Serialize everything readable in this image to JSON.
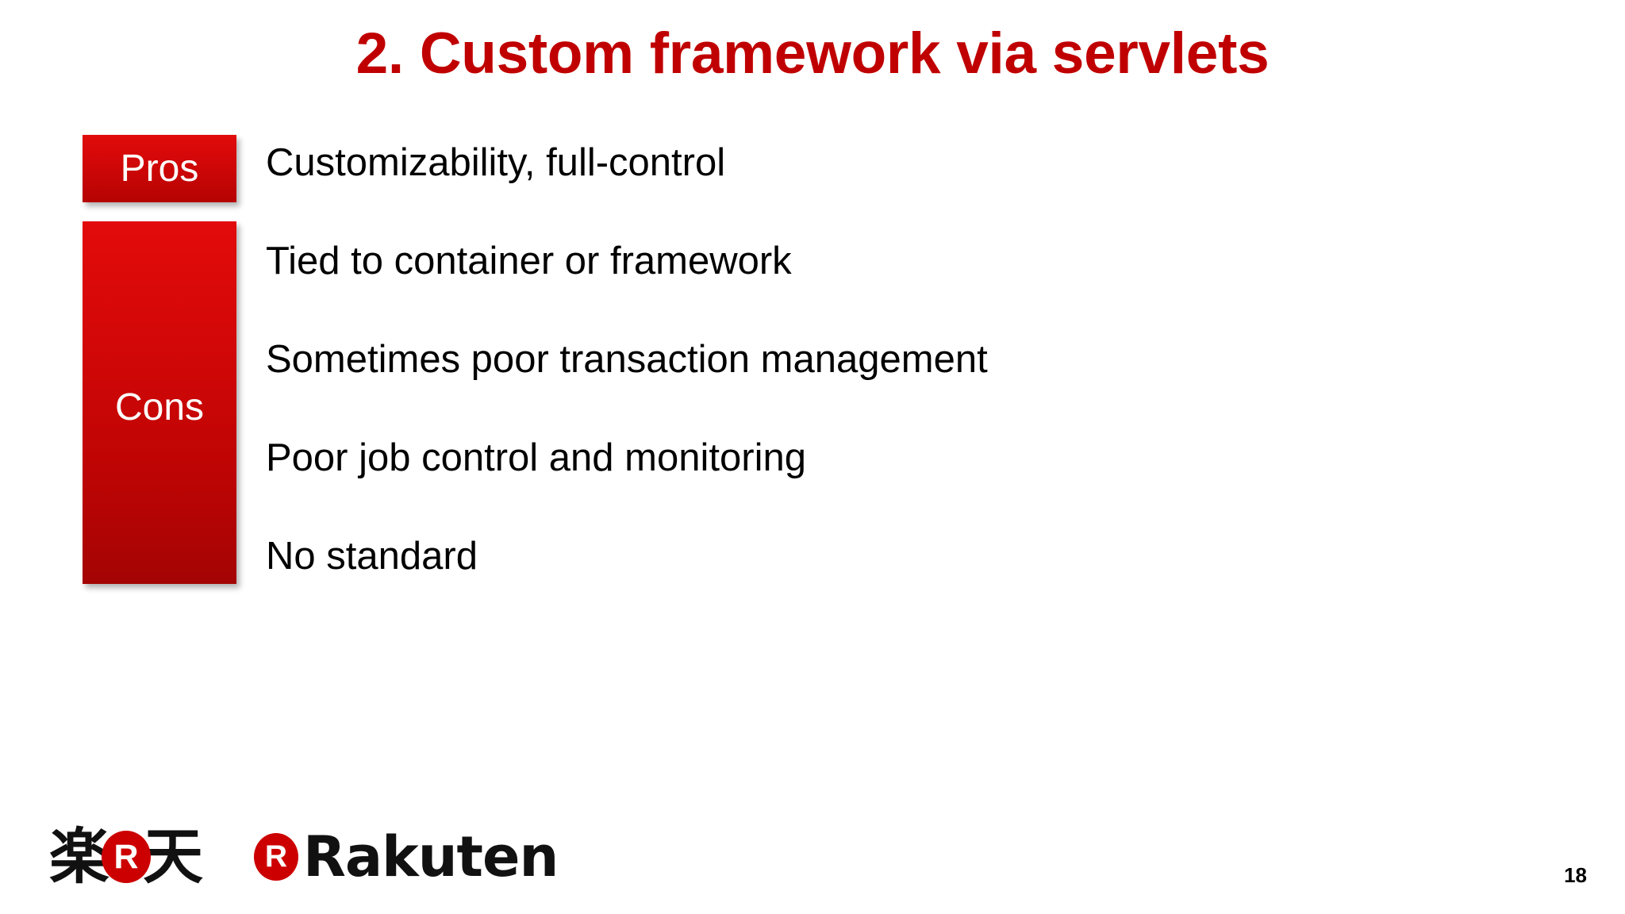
{
  "slide": {
    "title": "2. Custom framework via servlets",
    "page_number": "18",
    "background_color": "#FFFFFF",
    "title_color": "#C00000",
    "accent_red": "#CC0000",
    "box_gradient_top": "#E10B0B",
    "box_gradient_bottom": "#A40404"
  },
  "sections": {
    "pros": {
      "label": "Pros",
      "items": [
        "Customizability, full-control"
      ]
    },
    "cons": {
      "label": "Cons",
      "items": [
        "Tied to container or framework",
        "Sometimes poor transaction management",
        "Poor job control and monitoring",
        "No standard"
      ]
    }
  },
  "body_items": [
    "Customizability, full-control",
    "Tied to container or framework",
    "Sometimes poor transaction management",
    "Poor job control and monitoring",
    "No standard"
  ],
  "logo": {
    "japanese_left": "楽",
    "japanese_right": "天",
    "badge_letter": "R",
    "wordmark": "Rakuten"
  }
}
